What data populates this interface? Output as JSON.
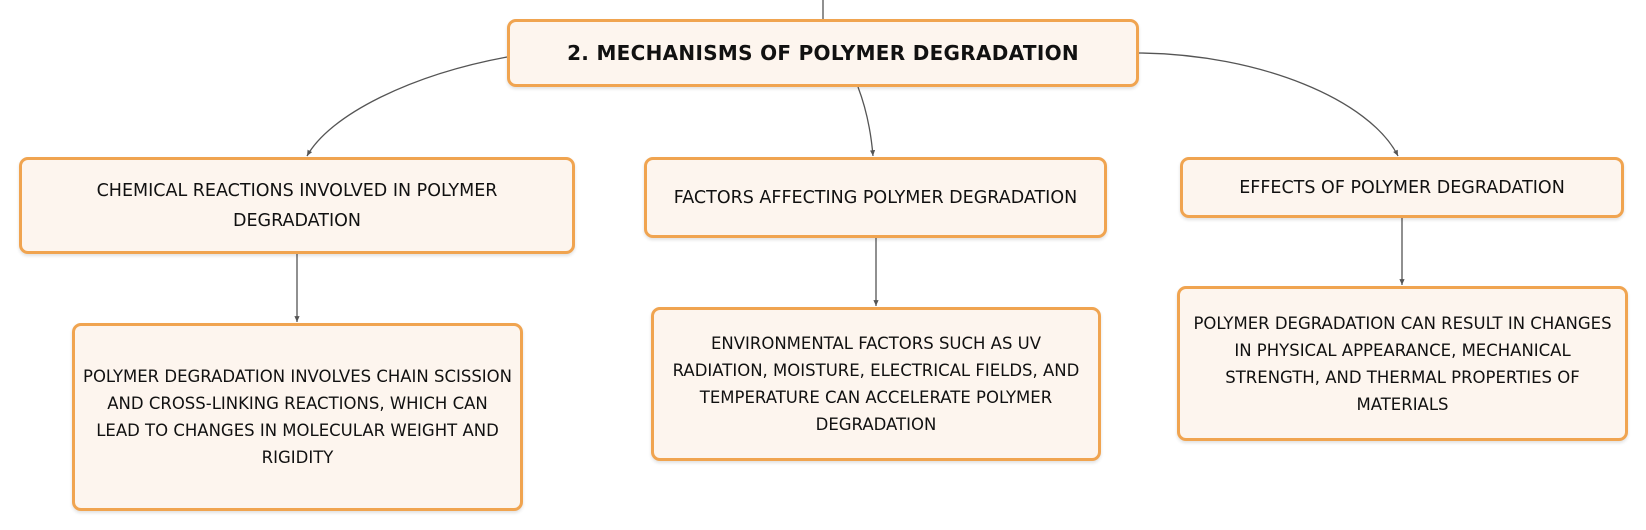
{
  "root": {
    "label": "2. MECHANISMS OF POLYMER DEGRADATION"
  },
  "branches": [
    {
      "label": "CHEMICAL REACTIONS INVOLVED IN POLYMER DEGRADATION",
      "detail": "POLYMER DEGRADATION INVOLVES CHAIN SCISSION AND CROSS-LINKING REACTIONS, WHICH CAN LEAD TO CHANGES IN MOLECULAR WEIGHT AND RIGIDITY"
    },
    {
      "label": "FACTORS AFFECTING POLYMER DEGRADATION",
      "detail": "ENVIRONMENTAL FACTORS SUCH AS UV RADIATION, MOISTURE, ELECTRICAL FIELDS, AND TEMPERATURE CAN ACCELERATE POLYMER DEGRADATION"
    },
    {
      "label": "EFFECTS OF POLYMER DEGRADATION",
      "detail": "POLYMER DEGRADATION CAN RESULT IN CHANGES IN PHYSICAL APPEARANCE, MECHANICAL STRENGTH, AND THERMAL PROPERTIES OF MATERIALS"
    }
  ],
  "colors": {
    "node_fill": "#fdf5ee",
    "node_border": "#f0a450",
    "connector": "#555555"
  }
}
